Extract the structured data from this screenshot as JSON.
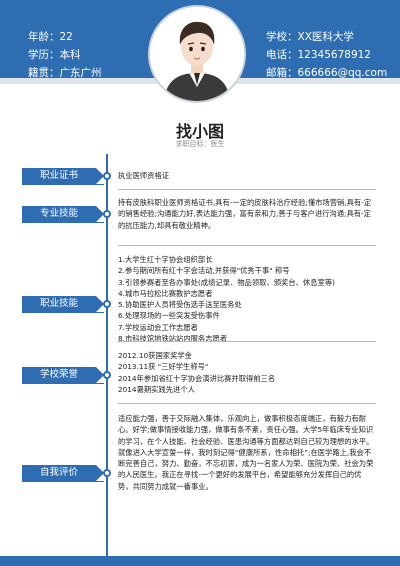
{
  "header": {
    "left": [
      {
        "label": "年龄：",
        "value": "22"
      },
      {
        "label": "学历：",
        "value": "本科"
      },
      {
        "label": "籍贯：",
        "value": "广东广州"
      }
    ],
    "right": [
      {
        "label": "学校：",
        "value": "XX医科大学"
      },
      {
        "label": "电话：",
        "value": "12345678912"
      },
      {
        "label": "邮箱：",
        "value": "666666@qq.com"
      }
    ]
  },
  "name": "找小图",
  "objective": "求职目标：医生",
  "sections": {
    "cert": {
      "title": "职业证书",
      "text": "执业医师资格证"
    },
    "skills": {
      "title": "专业技能",
      "text": "持有皮肤科职业医师资格证书,具有-一定的皮肤科治疗经验;懂市场营销,具有-定的销售经验;沟通能力好,表达能力强，富有亲和力,善于与客户进行沟通;具有-定的抗压能力,却具有敬业精神。"
    },
    "experience": {
      "title": "职业技能",
      "items": [
        "1.大学生红十字协会组织部长",
        "2.参与期间所有红十字会活动,并获得\"优秀干事\" 称号",
        "3.引领参赛者至各办事处(成绩记录、物品领取、颁奖台、休息室等)",
        "4.城市马拉松比赛教护志愿者",
        "5.协助医护人员将受伤选手送至医务处",
        "6.处理现场的一些突发受伤事件",
        "7.学校运动会工作志愿者",
        "8.市科技馆地铁站站内服务志愿者"
      ]
    },
    "honors": {
      "title": "学校荣誉",
      "items": [
        "2012.10获国家奖学金",
        "2013.11获 \"三好学生称号\"",
        "2014年参加省红十字协会演讲比赛并取得前三名",
        "2014暑期实践先进个人"
      ]
    },
    "self": {
      "title": "自我评价",
      "text": "适应能力强，善于交际融入集体，乐观向上，做事积极态度端正，有毅力有耐心。好学;做事情接收能力强，做事有条不紊，责任心强。大学5年临床专业知识的学习，在个人技能、社会经验、医患沟通等方面都达到自己较为理想的水平。就像进入大学宣誓一样，我时刻记得“健康所系，性命相托”;在医学路上,我会不断完善自己，努力、勤奋，不忘初衷，成为一名家人为荣、医院为荣、社会为荣的人民医生。我正在寻找-一个更好的发展平台，希望能够充分发挥自己的优势，共同努力成就一番事业。"
    }
  }
}
